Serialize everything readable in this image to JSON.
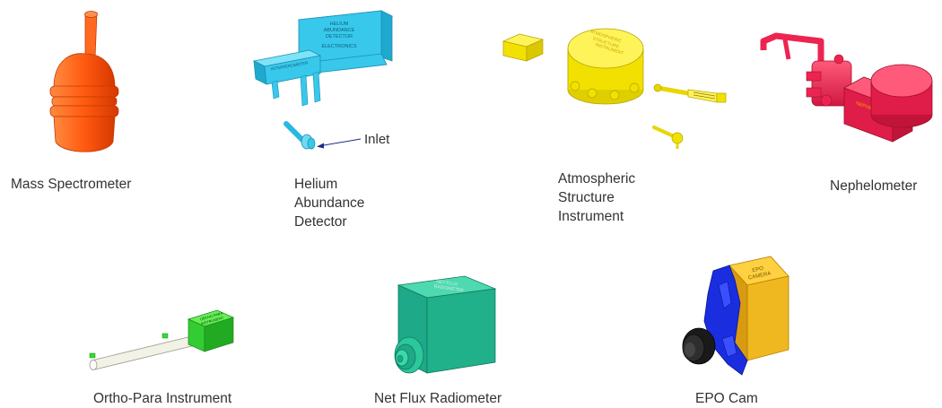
{
  "instruments": [
    {
      "id": "mass-spectrometer",
      "label": [
        "Mass Spectrometer"
      ],
      "color": "#ff6020"
    },
    {
      "id": "helium-abundance-detector",
      "label": [
        "Helium",
        "Abundance",
        "Detector"
      ],
      "color": "#33ccee",
      "callout": "Inlet",
      "box_texts": [
        "HELIUM",
        "ABUNDANCE",
        "DETECTOR",
        "ELECTRONICS"
      ],
      "small_box_text": "INTERFEROMETER"
    },
    {
      "id": "atmospheric-structure-instrument",
      "label": [
        "Atmospheric",
        "Structure",
        "Instrument"
      ],
      "color": "#f5e600",
      "drum_texts": [
        "ATMOSPHERIC",
        "STRUCTURE",
        "INSTRUMENT"
      ]
    },
    {
      "id": "nephelometer",
      "label": [
        "Nephelometer"
      ],
      "color": "#ee2450",
      "body_text": "NEPHELOMETER"
    },
    {
      "id": "ortho-para-instrument",
      "label": [
        "Ortho-Para Instrument"
      ],
      "color": "#33cc33",
      "box_texts": [
        "ORTHO PARA",
        "INSTRUMENT"
      ]
    },
    {
      "id": "net-flux-radiometer",
      "label": [
        "Net Flux Radiometer"
      ],
      "color": "#20b08a",
      "box_texts": [
        "NET FLUX",
        "RADIOMETER"
      ]
    },
    {
      "id": "epo-cam",
      "label": [
        "EPO Cam"
      ],
      "color": "#f0b820",
      "box_texts": [
        "EPO",
        "CAMERA"
      ],
      "mount_color": "#1a2ee0"
    }
  ]
}
